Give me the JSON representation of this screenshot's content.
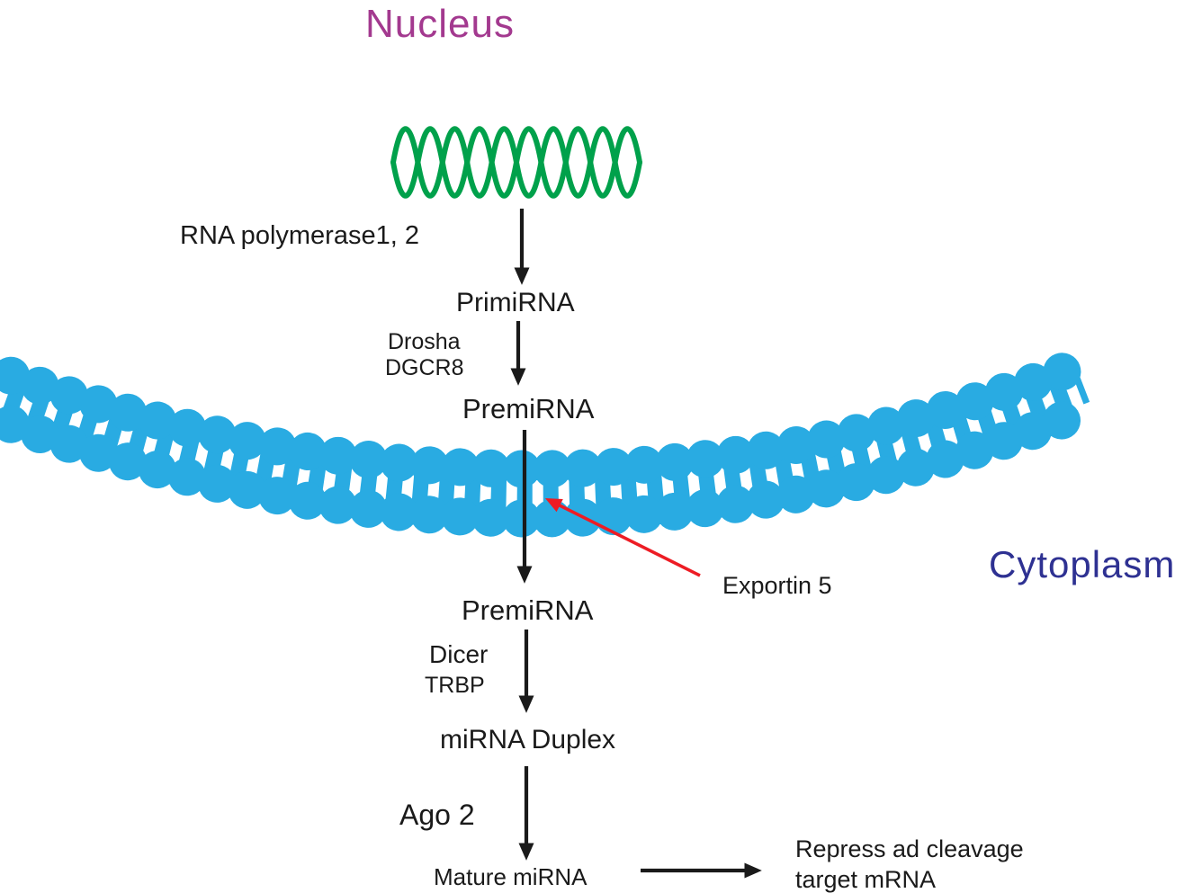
{
  "diagram": {
    "compartments": {
      "nucleus": "Nucleus",
      "cytoplasm": "Cytoplasm"
    },
    "steps": {
      "rna_polymerase": "RNA polymerase1, 2",
      "primirna": "PrimiRNA",
      "drosha": "Drosha",
      "dgcr8": "DGCR8",
      "premirna_nucleus": "PremiRNA",
      "exportin5": "Exportin 5",
      "premirna_cytoplasm": "PremiRNA",
      "dicer": "Dicer",
      "trbp": "TRBP",
      "mirna_duplex": "miRNA Duplex",
      "ago2": "Ago 2",
      "mature_mirna": "Mature miRNA",
      "repress_line1": "Repress ad cleavage",
      "repress_line2": "target mRNA"
    }
  },
  "colors": {
    "nucleus-title": "#A3398F",
    "cytoplasm-title": "#2E3192",
    "dna-helix": "#00A14B",
    "membrane": "#29ABE2",
    "pointer-red": "#ED1C24",
    "ink": "#1A1A1A"
  }
}
